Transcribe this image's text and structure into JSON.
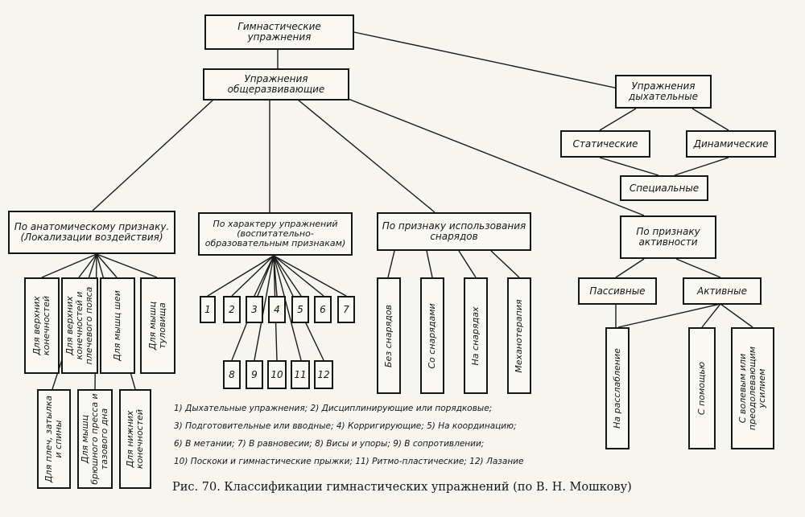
{
  "root": "Гимнастические упражнения",
  "general": "Упражнения общеразвивающие",
  "breathing": {
    "title": "Упражнения дыхательные",
    "static": "Статические",
    "dynamic": "Динамические",
    "special": "Специальные"
  },
  "anatomical": {
    "title": "По анатомическому признаку. (Локализации воздействия)",
    "items": [
      "Для верхних конечностей",
      "Для верхних конечностей и плечевого пояса",
      "Для мышц шеи",
      "Для мышц туловища",
      "Для плеч, затылка и спины",
      "Для мышц брюшного пресса и тазового дна",
      "Для нижних конечностей"
    ]
  },
  "character": {
    "title": "По характеру упражнений (воспитательно-образовательным признакам)",
    "numbers": [
      "1",
      "2",
      "3",
      "4",
      "5",
      "6",
      "7",
      "8",
      "9",
      "10",
      "11",
      "12"
    ]
  },
  "apparatus": {
    "title": "По признаку использования снарядов",
    "items": [
      "Без снарядов",
      "Со снарядами",
      "На снарядах",
      "Механотерапия"
    ]
  },
  "activity": {
    "title": "По признаку активности",
    "passive": "Пассивные",
    "active": "Активные",
    "items": [
      "На расслабление",
      "С помощью",
      "С волевым или преодолевающим усилием"
    ]
  },
  "legend": [
    "1) Дыхательные упражнения; 2) Дисциплинирующие или порядковые;",
    "3) Подготовительные или вводные; 4) Корригирующие; 5) На координацию;",
    "6) В метании; 7) В равновесии; 8) Висы и упоры; 9) В сопротивлении;",
    "10) Поскоки и гимнастические прыжки; 11) Ритмо-пластические; 12) Лазание"
  ],
  "caption": "Рис. 70. Классификации гимнастических упражнений (по В. Н. Мошкову)"
}
